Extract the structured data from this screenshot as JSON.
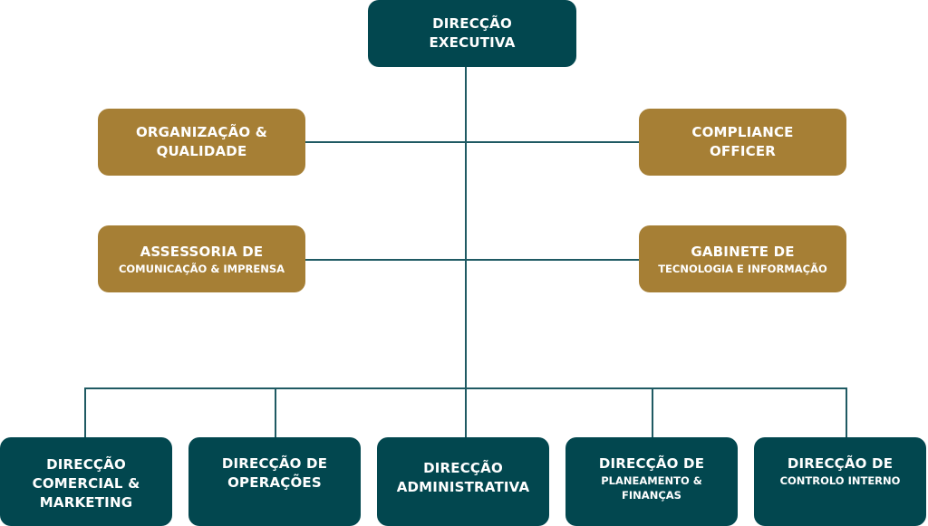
{
  "colors": {
    "executive": "#02474f",
    "staff": "#a67f35",
    "connector": "#1f5a63",
    "text": "#ffffff"
  },
  "executive": {
    "line1": "DIRECÇÃO",
    "line2": "EXECUTIVA"
  },
  "staff": {
    "left": [
      {
        "line1": "ORGANIZAÇÃO &",
        "line2": "QUALIDADE"
      },
      {
        "line1": "ASSESSORIA DE",
        "line2": "COMUNICAÇÃO & IMPRENSA"
      }
    ],
    "right": [
      {
        "line1": "COMPLIANCE",
        "line2": "OFFICER"
      },
      {
        "line1": "GABINETE DE",
        "line2": "TECNOLOGIA E INFORMAÇÃO"
      }
    ]
  },
  "directorates": [
    {
      "lines": [
        "DIRECÇÃO",
        "COMERCIAL &",
        "MARKETING"
      ]
    },
    {
      "lines": [
        "DIRECÇÃO DE",
        "OPERAÇÕES"
      ]
    },
    {
      "lines": [
        "DIRECÇÃO",
        "ADMINISTRATIVA"
      ]
    },
    {
      "lines": [
        "DIRECÇÃO DE",
        "PLANEAMENTO &",
        "FINANÇAS"
      ]
    },
    {
      "lines": [
        "DIRECÇÃO DE",
        "CONTROLO INTERNO"
      ]
    }
  ]
}
